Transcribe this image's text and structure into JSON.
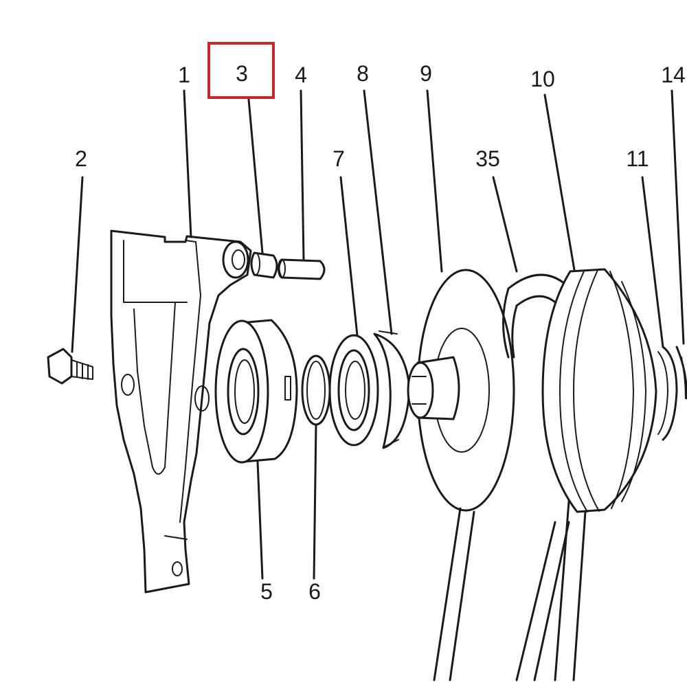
{
  "highlight_color": "#c8262c",
  "line_color": "#1a1a1a",
  "callouts": {
    "c1": "1",
    "c2": "2",
    "c3": "3",
    "c4": "4",
    "c5": "5",
    "c6": "6",
    "c7": "7",
    "c8": "8",
    "c9": "9",
    "c10": "10",
    "c11": "11",
    "c14": "14",
    "c35": "35"
  },
  "highlighted_callout": "3"
}
